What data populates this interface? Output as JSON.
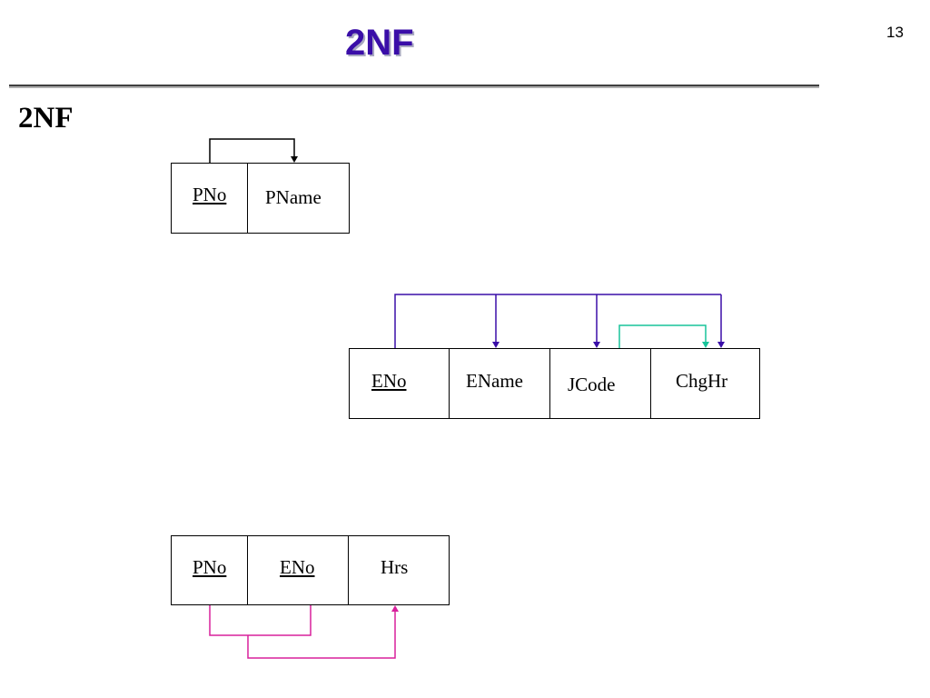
{
  "slide": {
    "title": "2NF",
    "number": "13",
    "heading": "2NF"
  },
  "tables": {
    "project": {
      "col1": "PNo",
      "col2": "PName"
    },
    "employee": {
      "col1": "ENo",
      "col2": "EName",
      "col3": "JCode",
      "col4": "ChgHr"
    },
    "works_on": {
      "col1": "PNo",
      "col2": "ENo",
      "col3": "Hrs"
    }
  },
  "colors": {
    "title": "#3a0ea8",
    "fd_primary": "#3a0ea8",
    "fd_transitive": "#18c49a",
    "fd_composite": "#d8209c"
  }
}
